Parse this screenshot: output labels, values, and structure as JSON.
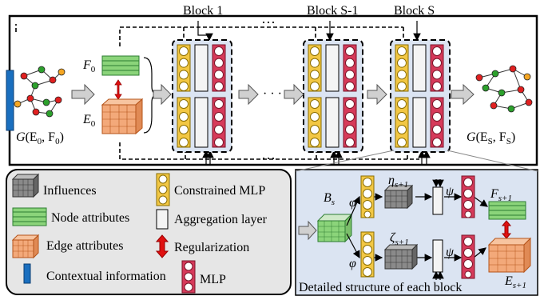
{
  "blocks": {
    "first": "Block 1",
    "second_last": "Block S-1",
    "last": "Block S",
    "ellipsis": "···",
    "ellipsis_mid": "· · ·"
  },
  "input_graph": {
    "G": "G",
    "args": "(E",
    "sub0": "0",
    "comma": ", F",
    "sub1": "0",
    "close": ")"
  },
  "output_graph": {
    "G": "G",
    "args": "(E",
    "subS": "S",
    "comma": ", F",
    "subS2": "S",
    "close": ")"
  },
  "tensors": {
    "F": "F",
    "F_sub": "0",
    "E": "E",
    "E_sub": "0"
  },
  "legend": {
    "influences": "Influences",
    "node_attributes": "Node attributes",
    "edge_attributes": "Edge attributes",
    "contextual": "Contextual information",
    "constrained_mlp": "Constrained MLP",
    "aggregation": "Aggregation layer",
    "regularization": "Regularization",
    "mlp": "MLP"
  },
  "detail": {
    "caption": "Detailed structure of each block",
    "B": "B",
    "B_sub": "s",
    "phi": "φ",
    "psi": "ψ",
    "eta": "η",
    "eta_sub": "s+1",
    "zeta": "ζ",
    "zeta_sub": "s+1",
    "F": "F",
    "F_sub": "s+1",
    "E": "E",
    "E_sub": "s+1"
  },
  "colors": {
    "block_bg": "#dbe4f2",
    "yellow_col": "#f2c744",
    "red_col": "#d63a5a",
    "green_tensor": "#8bd47a",
    "orange_tensor": "#f3a97a",
    "gray_tensor": "#8a8a8a",
    "context_bar": "#1a6fbf",
    "reg_arrow": "#e01010",
    "legend_bg": "#e6e6e6"
  }
}
